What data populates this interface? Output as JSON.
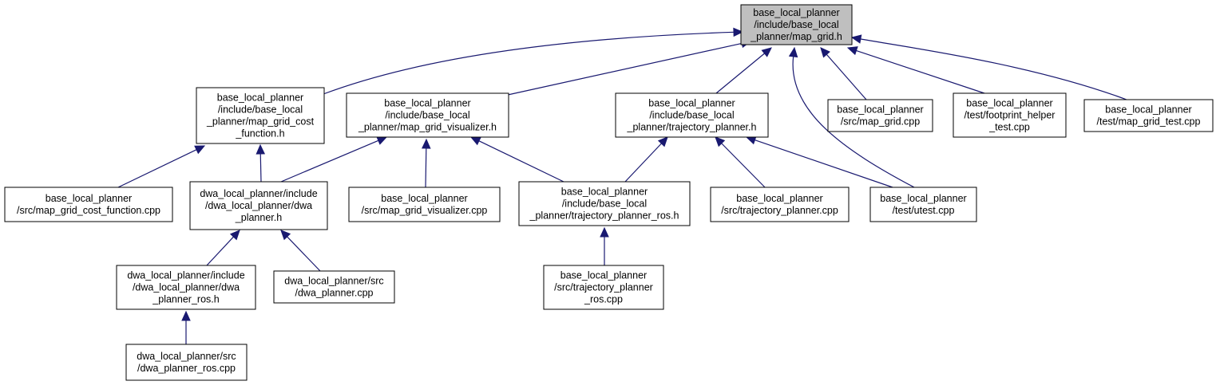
{
  "colors": {
    "edge": "#191970",
    "focus_fill": "#bfbfbf",
    "node_fill": "#ffffff",
    "node_border": "#000000"
  },
  "nodes": [
    {
      "id": "n0",
      "focus": true,
      "lines": [
        "base_local_planner",
        "/include/base_local",
        "_planner/map_grid.h"
      ]
    },
    {
      "id": "n1",
      "lines": [
        "base_local_planner",
        "/include/base_local",
        "_planner/map_grid_cost",
        "_function.h"
      ]
    },
    {
      "id": "n2",
      "lines": [
        "base_local_planner",
        "/include/base_local",
        "_planner/map_grid_visualizer.h"
      ]
    },
    {
      "id": "n3",
      "lines": [
        "base_local_planner",
        "/include/base_local",
        "_planner/trajectory_planner.h"
      ]
    },
    {
      "id": "n4",
      "lines": [
        "base_local_planner",
        "/src/map_grid.cpp"
      ]
    },
    {
      "id": "n5",
      "lines": [
        "base_local_planner",
        "/test/footprint_helper",
        "_test.cpp"
      ]
    },
    {
      "id": "n6",
      "lines": [
        "base_local_planner",
        "/test/map_grid_test.cpp"
      ]
    },
    {
      "id": "n7",
      "lines": [
        "base_local_planner",
        "/src/map_grid_cost_function.cpp"
      ]
    },
    {
      "id": "n8",
      "lines": [
        "dwa_local_planner/include",
        "/dwa_local_planner/dwa",
        "_planner.h"
      ]
    },
    {
      "id": "n9",
      "lines": [
        "base_local_planner",
        "/src/map_grid_visualizer.cpp"
      ]
    },
    {
      "id": "n10",
      "lines": [
        "base_local_planner",
        "/include/base_local",
        "_planner/trajectory_planner_ros.h"
      ]
    },
    {
      "id": "n11",
      "lines": [
        "base_local_planner",
        "/src/trajectory_planner.cpp"
      ]
    },
    {
      "id": "n12",
      "lines": [
        "base_local_planner",
        "/test/utest.cpp"
      ]
    },
    {
      "id": "n13",
      "lines": [
        "dwa_local_planner/include",
        "/dwa_local_planner/dwa",
        "_planner_ros.h"
      ]
    },
    {
      "id": "n14",
      "lines": [
        "dwa_local_planner/src",
        "/dwa_planner.cpp"
      ]
    },
    {
      "id": "n15",
      "lines": [
        "base_local_planner",
        "/src/trajectory_planner",
        "_ros.cpp"
      ]
    },
    {
      "id": "n16",
      "lines": [
        "dwa_local_planner/src",
        "/dwa_planner_ros.cpp"
      ]
    }
  ],
  "edges": [
    {
      "from": "n1",
      "to": "n0"
    },
    {
      "from": "n2",
      "to": "n0"
    },
    {
      "from": "n3",
      "to": "n0"
    },
    {
      "from": "n12",
      "to": "n0"
    },
    {
      "from": "n4",
      "to": "n0"
    },
    {
      "from": "n5",
      "to": "n0"
    },
    {
      "from": "n6",
      "to": "n0"
    },
    {
      "from": "n7",
      "to": "n1"
    },
    {
      "from": "n8",
      "to": "n1"
    },
    {
      "from": "n8",
      "to": "n2"
    },
    {
      "from": "n9",
      "to": "n2"
    },
    {
      "from": "n10",
      "to": "n2"
    },
    {
      "from": "n10",
      "to": "n3"
    },
    {
      "from": "n11",
      "to": "n3"
    },
    {
      "from": "n12",
      "to": "n3"
    },
    {
      "from": "n13",
      "to": "n8"
    },
    {
      "from": "n14",
      "to": "n8"
    },
    {
      "from": "n15",
      "to": "n10"
    },
    {
      "from": "n16",
      "to": "n13"
    }
  ]
}
